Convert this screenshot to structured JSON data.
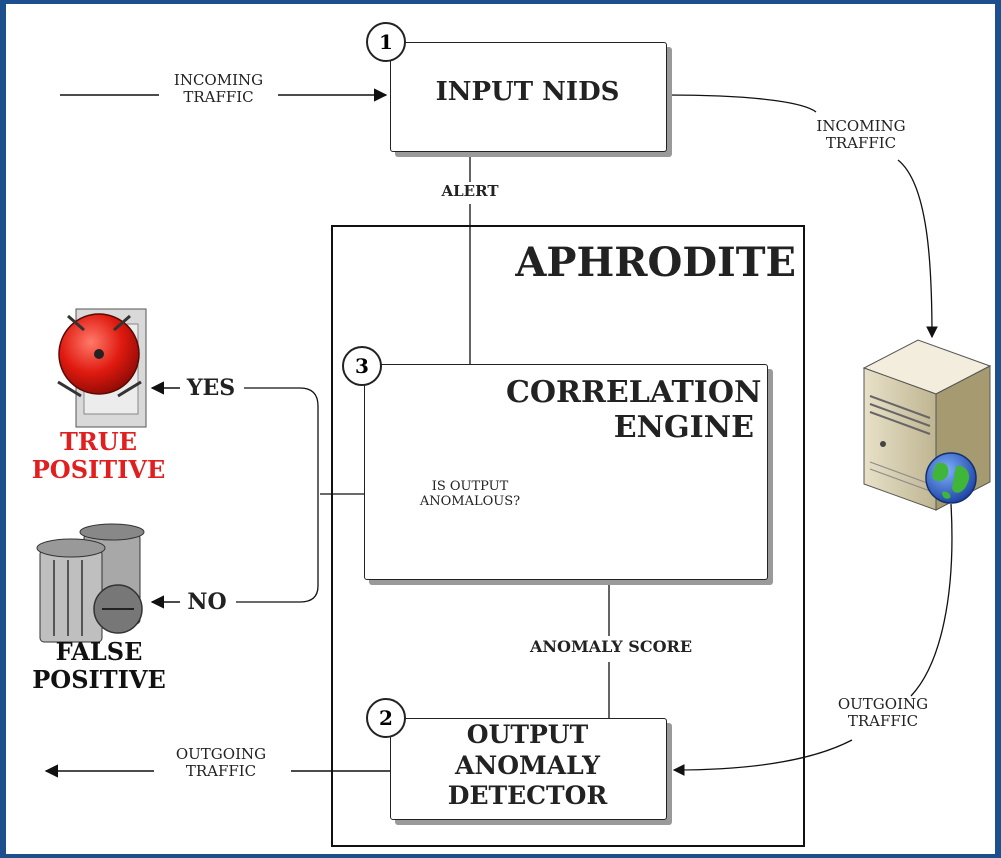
{
  "input_nids": {
    "number": "1",
    "label": "INPUT NIDS"
  },
  "output_detector": {
    "number": "2",
    "label_lines": [
      "OUTPUT",
      "ANOMALY",
      "DETECTOR"
    ]
  },
  "correlation_engine": {
    "number": "3",
    "label_lines": [
      "CORRELATION",
      "ENGINE"
    ]
  },
  "aphrodite": {
    "title": "APHRODITE"
  },
  "decision": {
    "label_lines": [
      "IS OUTPUT",
      "ANOMALOUS?"
    ]
  },
  "edges": {
    "incoming_left": [
      "INCOMING",
      "TRAFFIC"
    ],
    "incoming_right": [
      "INCOMING",
      "TRAFFIC"
    ],
    "outgoing_right": [
      "OUTGOING",
      "TRAFFIC"
    ],
    "outgoing_left": [
      "OUTGOING",
      "TRAFFIC"
    ],
    "alert": "ALERT",
    "anomaly_score": "ANOMALY SCORE",
    "yes": "YES",
    "no": "NO"
  },
  "outcomes": {
    "true_positive": [
      "TRUE",
      "POSITIVE"
    ],
    "false_positive": [
      "FALSE",
      "POSITIVE"
    ]
  },
  "colors": {
    "accent_red": "#e02020",
    "border_blue": "#1d4f8c"
  },
  "icons": [
    "alarm-bell-icon",
    "trash-can-icon",
    "web-server-icon",
    "globe-icon"
  ]
}
